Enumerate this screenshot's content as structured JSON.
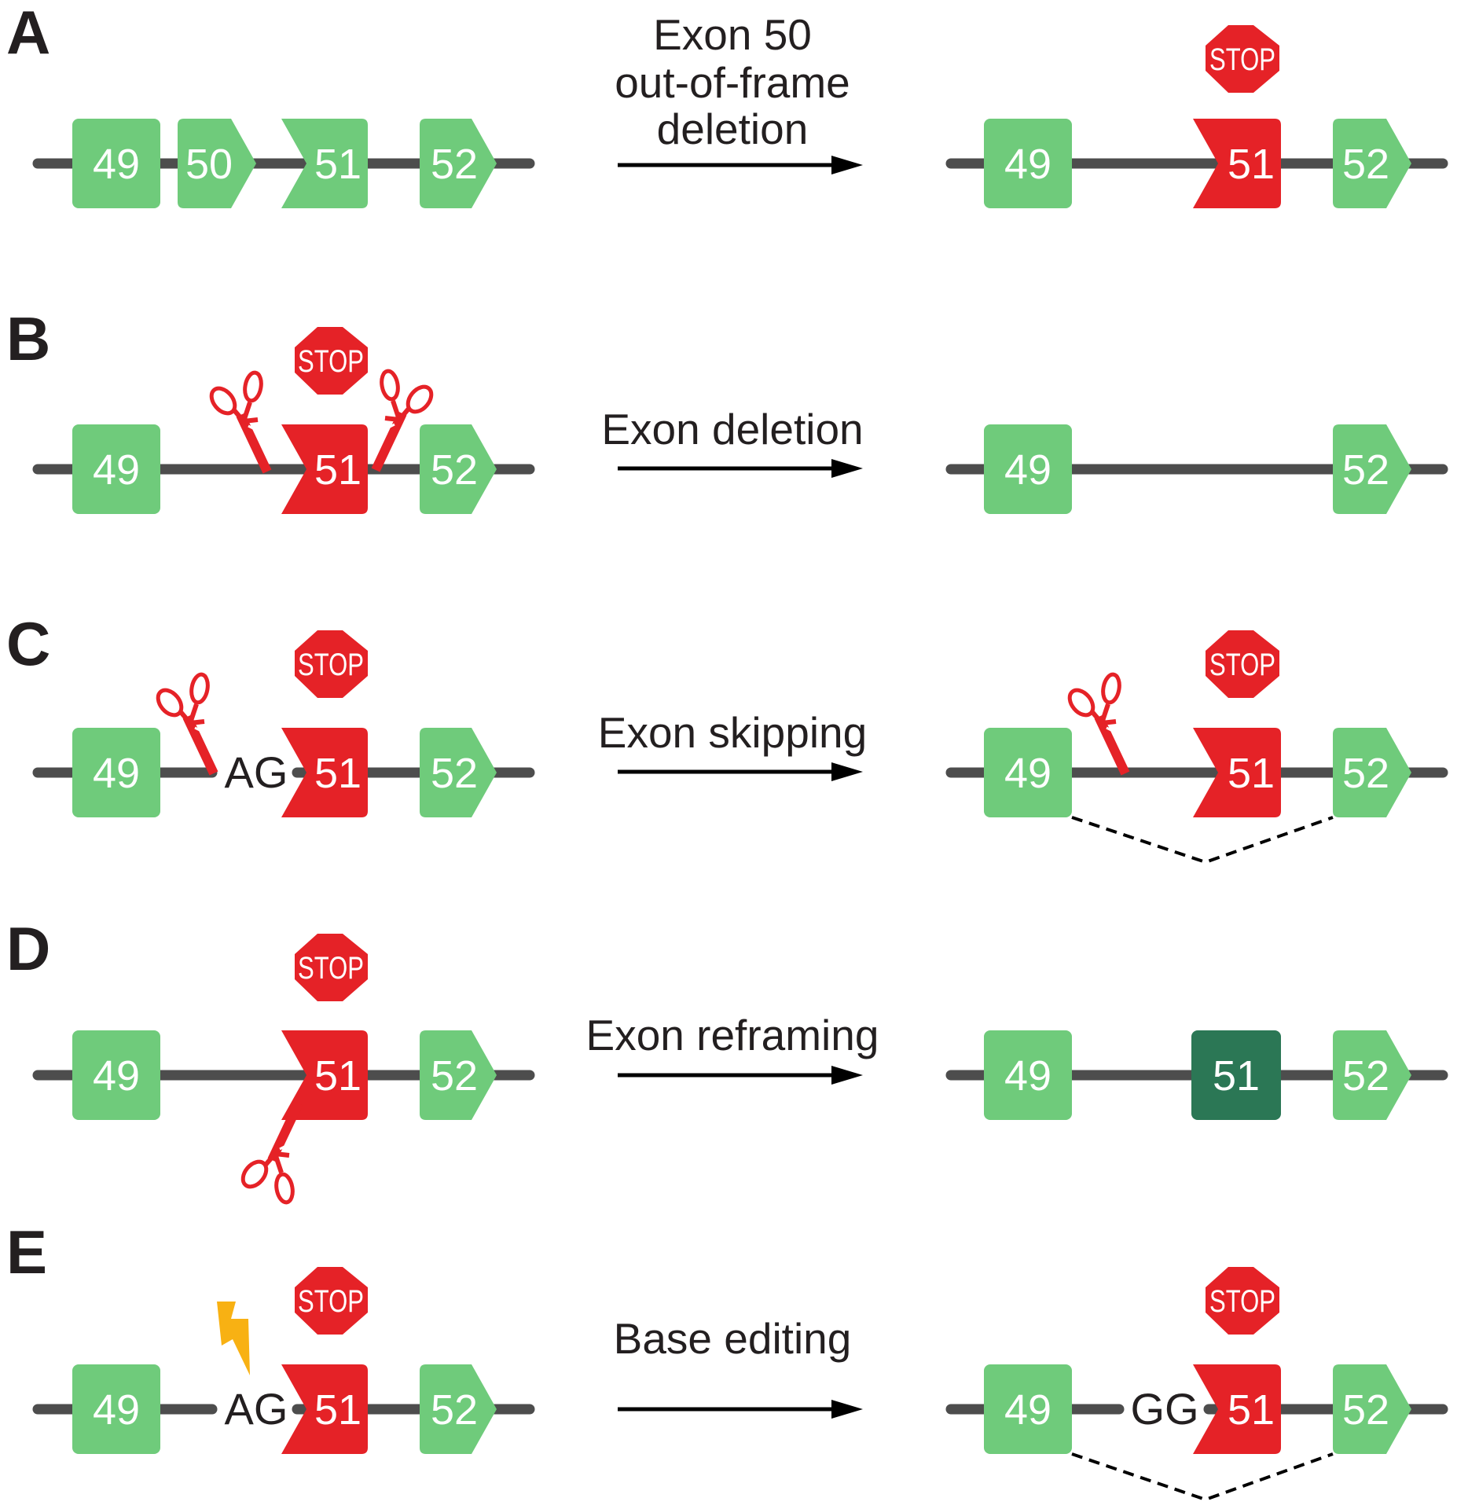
{
  "colors": {
    "line": "#4d4d4d",
    "exon_green": "#6fcb7b",
    "exon_red": "#e52227",
    "exon_dark_green": "#2b7755",
    "stop_red": "#e52227",
    "bolt": "#f8b113",
    "text": "#231f20"
  },
  "icons": [
    "scissors-icon",
    "stop-sign-icon",
    "lightning-bolt-icon",
    "arrow-right-icon"
  ],
  "panels": {
    "A": {
      "letter": "A",
      "label_lines": [
        "Exon 50",
        "out-of-frame",
        "deletion"
      ],
      "before": {
        "exons": [
          "49",
          "50",
          "51",
          "52"
        ]
      },
      "after": {
        "exons": [
          "49",
          "51",
          "52"
        ],
        "stop": "STOP"
      }
    },
    "B": {
      "letter": "B",
      "label_lines": [
        "Exon deletion"
      ],
      "before": {
        "exons": [
          "49",
          "51",
          "52"
        ],
        "stop": "STOP"
      },
      "after": {
        "exons": [
          "49",
          "52"
        ]
      }
    },
    "C": {
      "letter": "C",
      "label_lines": [
        "Exon skipping"
      ],
      "before": {
        "exons": [
          "49",
          "51",
          "52"
        ],
        "stop": "STOP",
        "site": "AG"
      },
      "after": {
        "exons": [
          "49",
          "51",
          "52"
        ],
        "stop": "STOP"
      }
    },
    "D": {
      "letter": "D",
      "label_lines": [
        "Exon reframing"
      ],
      "before": {
        "exons": [
          "49",
          "51",
          "52"
        ],
        "stop": "STOP"
      },
      "after": {
        "exons": [
          "49",
          "51",
          "52"
        ]
      }
    },
    "E": {
      "letter": "E",
      "label_lines": [
        "Base editing"
      ],
      "before": {
        "exons": [
          "49",
          "51",
          "52"
        ],
        "stop": "STOP",
        "site": "AG"
      },
      "after": {
        "exons": [
          "49",
          "51",
          "52"
        ],
        "stop": "STOP",
        "site": "GG"
      }
    }
  }
}
